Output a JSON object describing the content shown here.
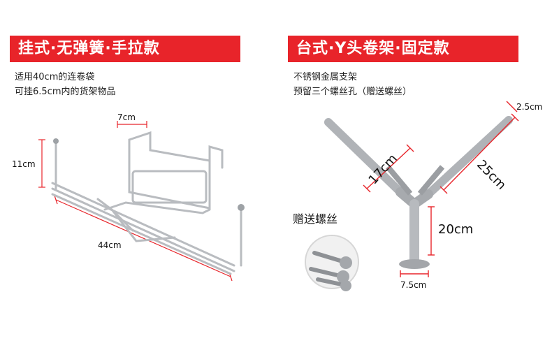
{
  "left": {
    "title": "挂式·无弹簧·手拉款",
    "desc_lines": [
      "适用40cm的连卷袋",
      "可挂6.5cm内的货架物品"
    ],
    "dims": {
      "width_top": "7cm",
      "height": "11cm",
      "length": "44cm"
    }
  },
  "right": {
    "title": "台式·Y头卷架·固定款",
    "desc_lines": [
      "不锈钢金属支架",
      "预留三个螺丝孔（赠送螺丝）"
    ],
    "dims": {
      "arm_left": "17cm",
      "arm_right": "25cm",
      "tip": "2.5cm",
      "stem": "20cm",
      "base": "7.5cm"
    },
    "gift_label": "赠送螺丝"
  },
  "colors": {
    "banner": "#e8242a",
    "dim_line": "#e8242a",
    "metal": "#b9bcc0"
  }
}
